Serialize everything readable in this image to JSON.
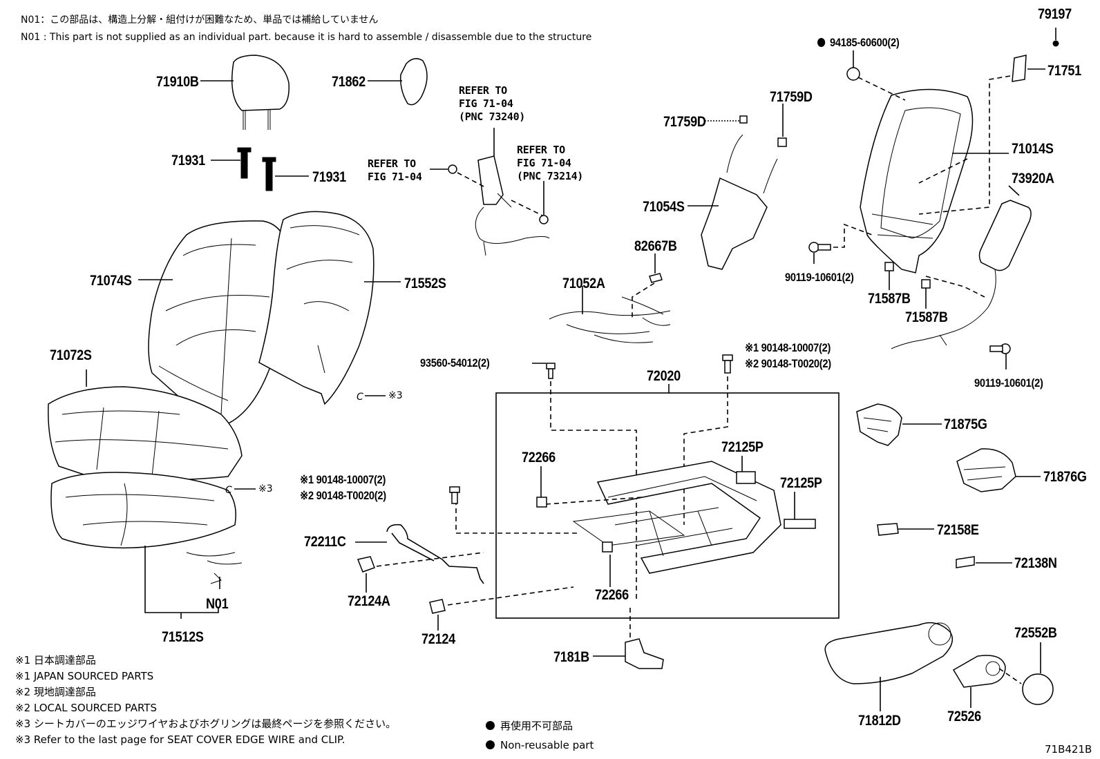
{
  "header": {
    "note_jp": "N01：この部品は、構造上分解・組付けが困難なため、単品では補給していません",
    "note_en": "N01 : This part is not supplied as an individual part. because it is hard to assemble / disassemble due to the structure"
  },
  "parts": {
    "p71910B": "71910B",
    "p71862": "71862",
    "p71931a": "71931",
    "p71931b": "71931",
    "p71074S": "71074S",
    "p71552S": "71552S",
    "p71072S": "71072S",
    "p71512S": "71512S",
    "pN01": "N01",
    "p71759Da": "71759D",
    "p71759Db": "71759D",
    "p71054S": "71054S",
    "p82667B": "82667B",
    "p71052A": "71052A",
    "p94185": "94185-60600(2)",
    "p79197": "79197",
    "p71751": "71751",
    "p71014S": "71014S",
    "p73920A": "73920A",
    "p90119a": "90119-10601(2)",
    "p71587Ba": "71587B",
    "p71587Bb": "71587B",
    "p90119b": "90119-10601(2)",
    "p93560": "93560-54012(2)",
    "p72020": "72020",
    "p90148a1": "※1 90148-10007(2)",
    "p90148a2": "※2 90148-T0020(2)",
    "p90148b1": "※1 90148-10007(2)",
    "p90148b2": "※2 90148-T0020(2)",
    "p72266a": "72266",
    "p72266b": "72266",
    "p72125Pa": "72125P",
    "p72125Pb": "72125P",
    "p72211C": "72211C",
    "p72124A": "72124A",
    "p72124": "72124",
    "p7181B": "7181B",
    "p71875G": "71875G",
    "p71876G": "71876G",
    "p72158E": "72158E",
    "p72138N": "72138N",
    "p72552B": "72552B",
    "p71812D": "71812D",
    "p72526": "72526",
    "clip_mark_a": "※3",
    "clip_mark_b": "※3",
    "clip_letter_a": "C",
    "clip_letter_b": "C"
  },
  "refers": {
    "r1": [
      "REFER TO",
      "FIG 71-04",
      "(PNC 73240)"
    ],
    "r2": [
      "REFER TO",
      "FIG 71-04",
      "(PNC 73214)"
    ],
    "r3": [
      "REFER TO",
      "FIG 71-04"
    ]
  },
  "footnotes": [
    "※1 日本調達部品",
    "※1 JAPAN SOURCED PARTS",
    "※2 現地調達部品",
    "※2 LOCAL SOURCED PARTS",
    "※3 シートカバーのエッジワイヤおよびホグリングは最終ページを参照ください。",
    "※3 Refer to the last page for SEAT COVER EDGE WIRE and CLIP."
  ],
  "legend": {
    "jp": "再使用不可部品",
    "en": "Non-reusable part"
  },
  "figure_id": "71B421B"
}
